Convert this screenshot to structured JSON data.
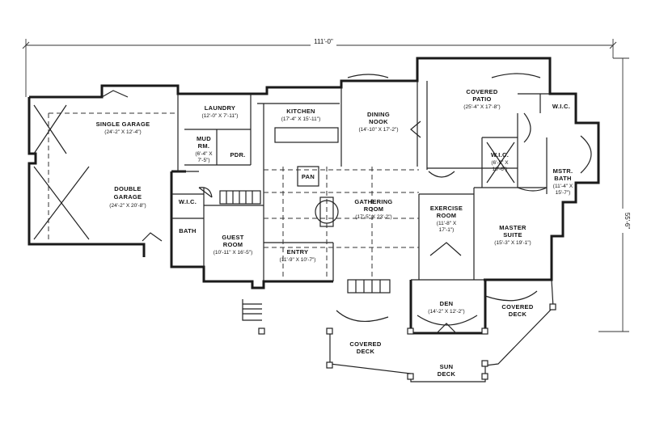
{
  "dimensions": {
    "width_label": "111'-0\"",
    "depth_label": "55'-6\""
  },
  "rooms": {
    "single_garage": {
      "name": "SINGLE GARAGE",
      "size": "(24'-2\" X 12'-4\")"
    },
    "double_garage": {
      "name1": "DOUBLE",
      "name2": "GARAGE",
      "size": "(24'-2\" X 20'-8\")"
    },
    "laundry": {
      "name": "LAUNDRY",
      "size": "(12'-0\" X 7'-11\")"
    },
    "kitchen": {
      "name": "KITCHEN",
      "size": "(17'-4\" X 15'-11\")"
    },
    "dining": {
      "name1": "DINING",
      "name2": "NOOK",
      "size": "(14'-10\" X 17'-2\")"
    },
    "covered_patio": {
      "name1": "COVERED",
      "name2": "PATIO",
      "size": "(25'-4\" X 17'-8\")"
    },
    "wic_top": {
      "name": "W.I.C."
    },
    "mud_rm": {
      "name1": "MUD",
      "name2": "RM.",
      "size1": "(6'-4\" X",
      "size2": "7'-5\")"
    },
    "pdr": {
      "name": "PDR."
    },
    "pan": {
      "name": "PAN"
    },
    "wic_mid": {
      "name": "W.I.C.",
      "size1": "(6'-5\" X",
      "size2": "10'-6\")"
    },
    "mstr_bath": {
      "name1": "MSTR.",
      "name2": "BATH",
      "size1": "(11'-4\" X",
      "size2": "15'-7\")"
    },
    "wic_left": {
      "name": "W.I.C."
    },
    "bath": {
      "name": "BATH"
    },
    "gathering": {
      "name1": "GATHERING",
      "name2": "ROOM",
      "size": "(17'-5\" X 23'-2\")"
    },
    "exercise": {
      "name1": "EXERCISE",
      "name2": "ROOM",
      "size1": "(11'-8\" X",
      "size2": "17'-1\")"
    },
    "master": {
      "name1": "MASTER",
      "name2": "SUITE",
      "size": "(15'-3\" X 19'-1\")"
    },
    "guest": {
      "name1": "GUEST",
      "name2": "ROOM",
      "size": "(10'-11\" X 16'-5\")"
    },
    "entry": {
      "name": "ENTRY",
      "size": "(11'-9\" X 10'-7\")"
    },
    "den": {
      "name": "DEN",
      "size": "(14'-2\" X 12'-2\")"
    },
    "covered_deck_right": {
      "name1": "COVERED",
      "name2": "DECK"
    },
    "covered_deck_front": {
      "name1": "COVERED",
      "name2": "DECK"
    },
    "sun_deck": {
      "name1": "SUN",
      "name2": "DECK"
    }
  }
}
